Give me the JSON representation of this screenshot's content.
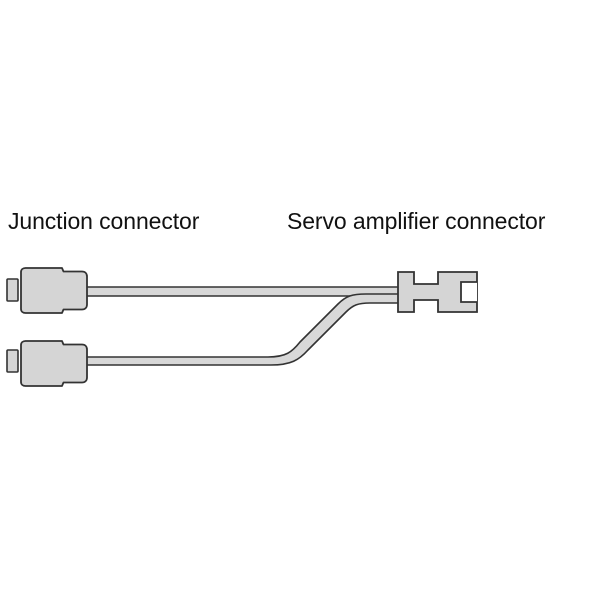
{
  "diagram": {
    "title": "Servo amplifier junction cable assembly",
    "type": "technical-line-drawing",
    "background_color": "#ffffff",
    "labels": {
      "junction": "Junction connector",
      "servo": "Servo amplifier connector"
    },
    "colors": {
      "body_fill": "#d5d5d5",
      "cable_fill": "#d8d8d8",
      "outline": "#333333",
      "text": "#111111",
      "notch_fill": "#ffffff"
    },
    "parts": {
      "junction_connector_upper": {
        "name": "Junction connector (upper)",
        "shape": "rounded-rectangle-with-tab"
      },
      "junction_connector_lower": {
        "name": "Junction connector (lower)",
        "shape": "rounded-rectangle-with-tab"
      },
      "servo_connector": {
        "name": "Servo amplifier connector",
        "shape": "notched-block-with-keyway"
      },
      "cable_upper": {
        "name": "Upper cable run",
        "routing": "straight"
      },
      "cable_lower": {
        "name": "Lower cable run",
        "routing": "s-bend-rising"
      }
    }
  }
}
